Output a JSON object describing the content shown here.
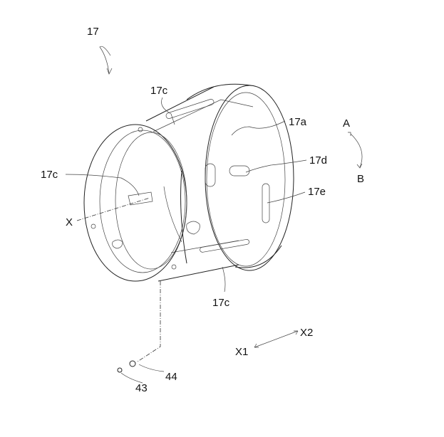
{
  "figure": {
    "ref_main": "17",
    "labels": {
      "c_top": "17c",
      "a": "17a",
      "d": "17d",
      "c_left": "17c",
      "e": "17e",
      "c_bottom": "17c",
      "axis": "X",
      "dir_a": "A",
      "dir_b": "B",
      "x1": "X1",
      "x2": "X2",
      "p44": "44",
      "p43": "43"
    }
  }
}
